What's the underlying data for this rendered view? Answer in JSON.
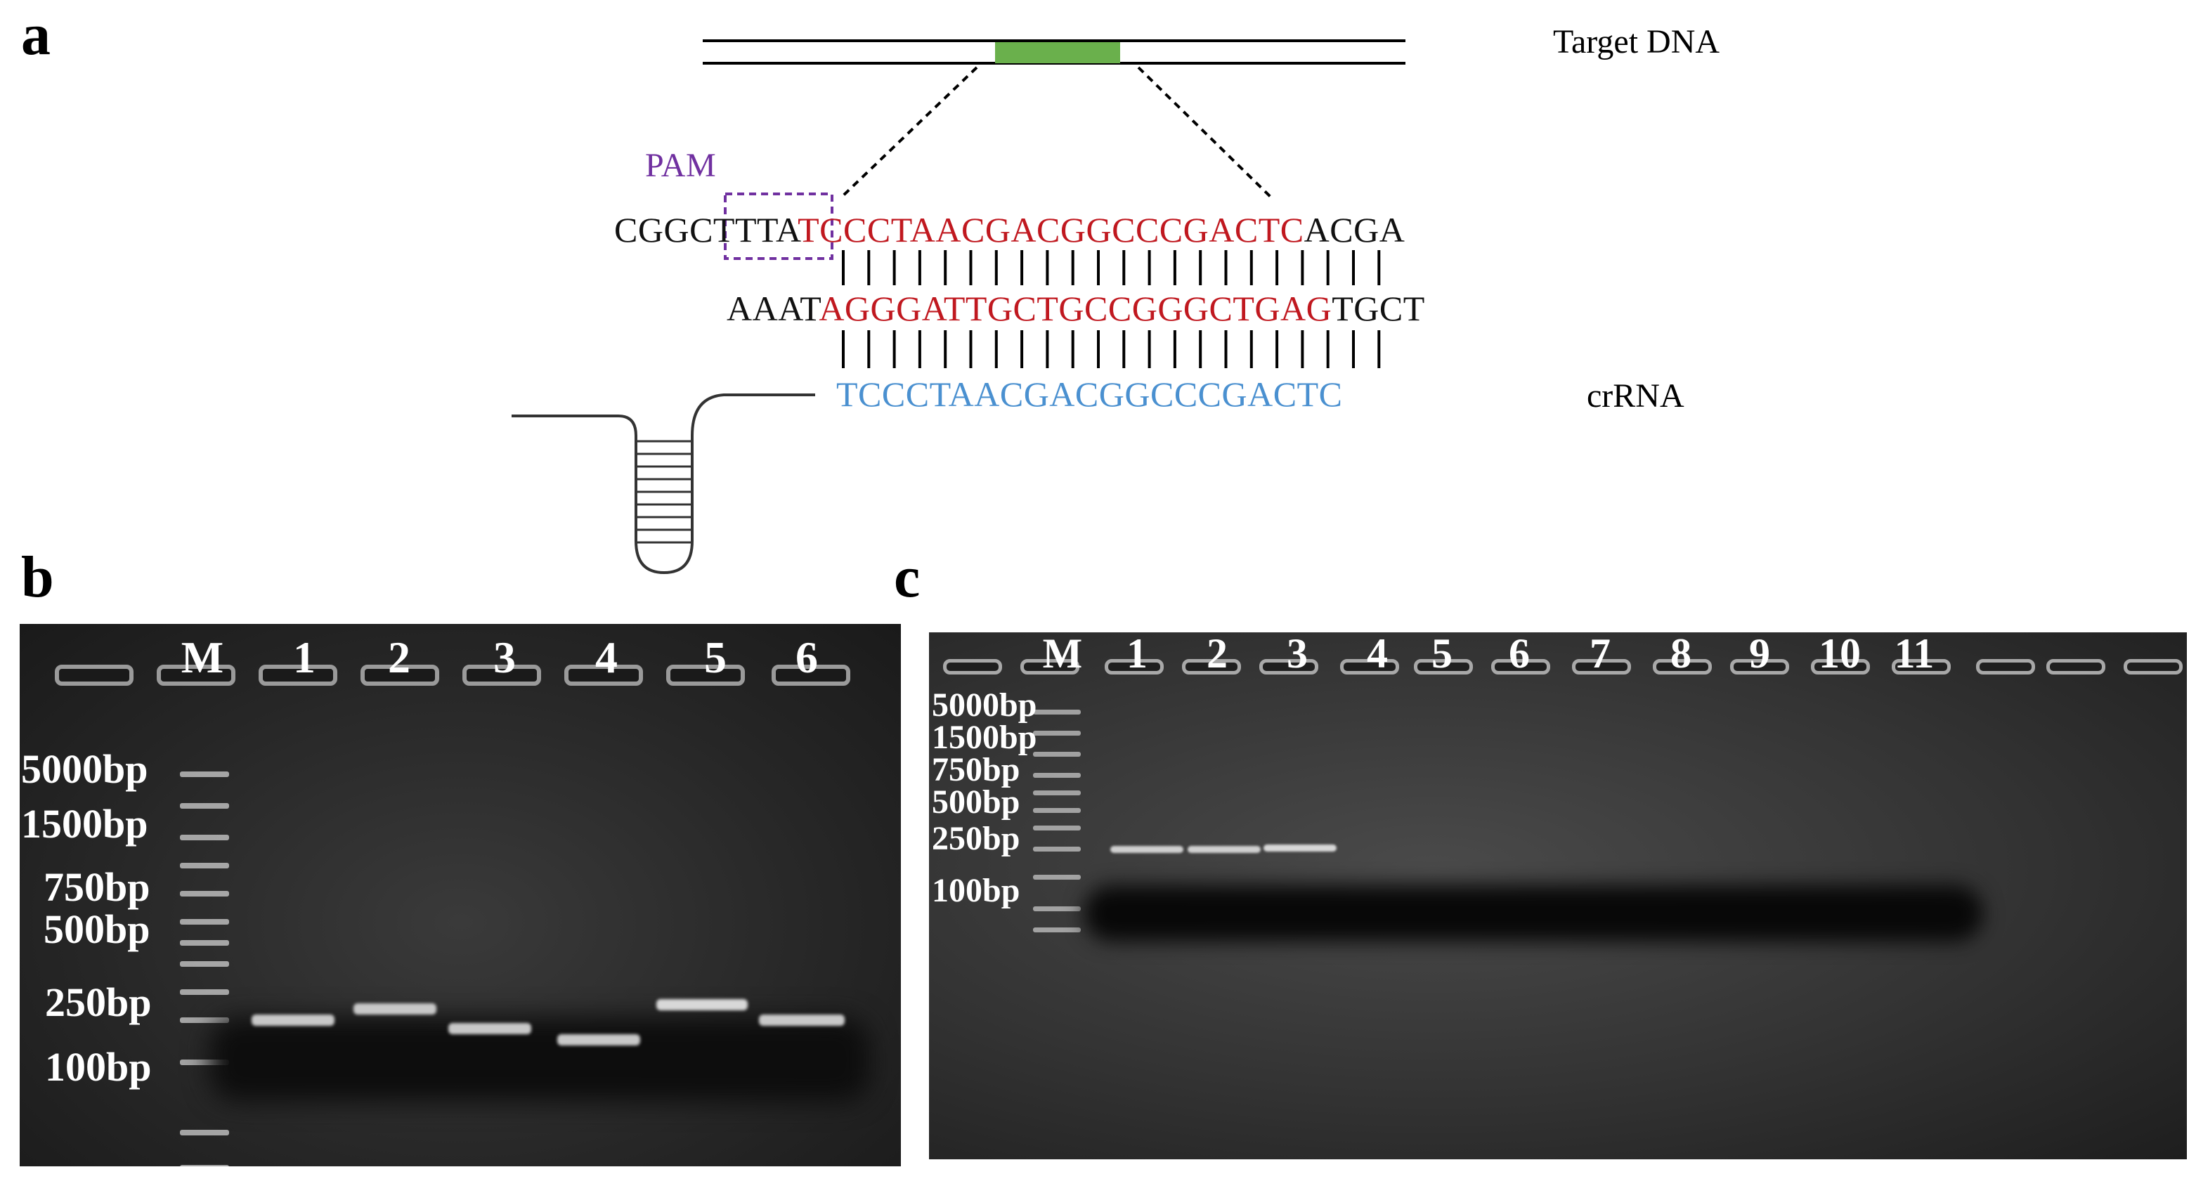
{
  "panel_a": {
    "letter": "a",
    "target_label": "Target DNA",
    "crrna_label": "crRNA",
    "pam_label": "PAM",
    "top_strand": {
      "left": "CGGC",
      "pam": "TTTA",
      "target": "TCCCTAACGACGGCCCGACTC",
      "right": "ACGA"
    },
    "bottom_strand": {
      "left": "AAAT",
      "target": "AGGGATTGCTGCCGGGCTGAG",
      "right": "TGCT"
    },
    "crrna_seq": "TCCCTAACGACGGCCCGACTC",
    "colors": {
      "target": "#c0181f",
      "crrna": "#4a90d0",
      "pam": "#7030a0",
      "highlight": "#6ab04c"
    }
  },
  "panel_b": {
    "letter": "b",
    "lanes": [
      "M",
      "1",
      "2",
      "3",
      "4",
      "5",
      "6"
    ],
    "bp_labels": [
      "5000bp",
      "1500bp",
      "750bp",
      "500bp",
      "250bp",
      "100bp"
    ]
  },
  "panel_c": {
    "letter": "c",
    "lanes": [
      "M",
      "1",
      "2",
      "3",
      "4",
      "5",
      "6",
      "7",
      "8",
      "9",
      "10",
      "11"
    ],
    "bp_labels": [
      "5000bp",
      "1500bp",
      "750bp",
      "500bp",
      "250bp",
      "100bp"
    ]
  }
}
